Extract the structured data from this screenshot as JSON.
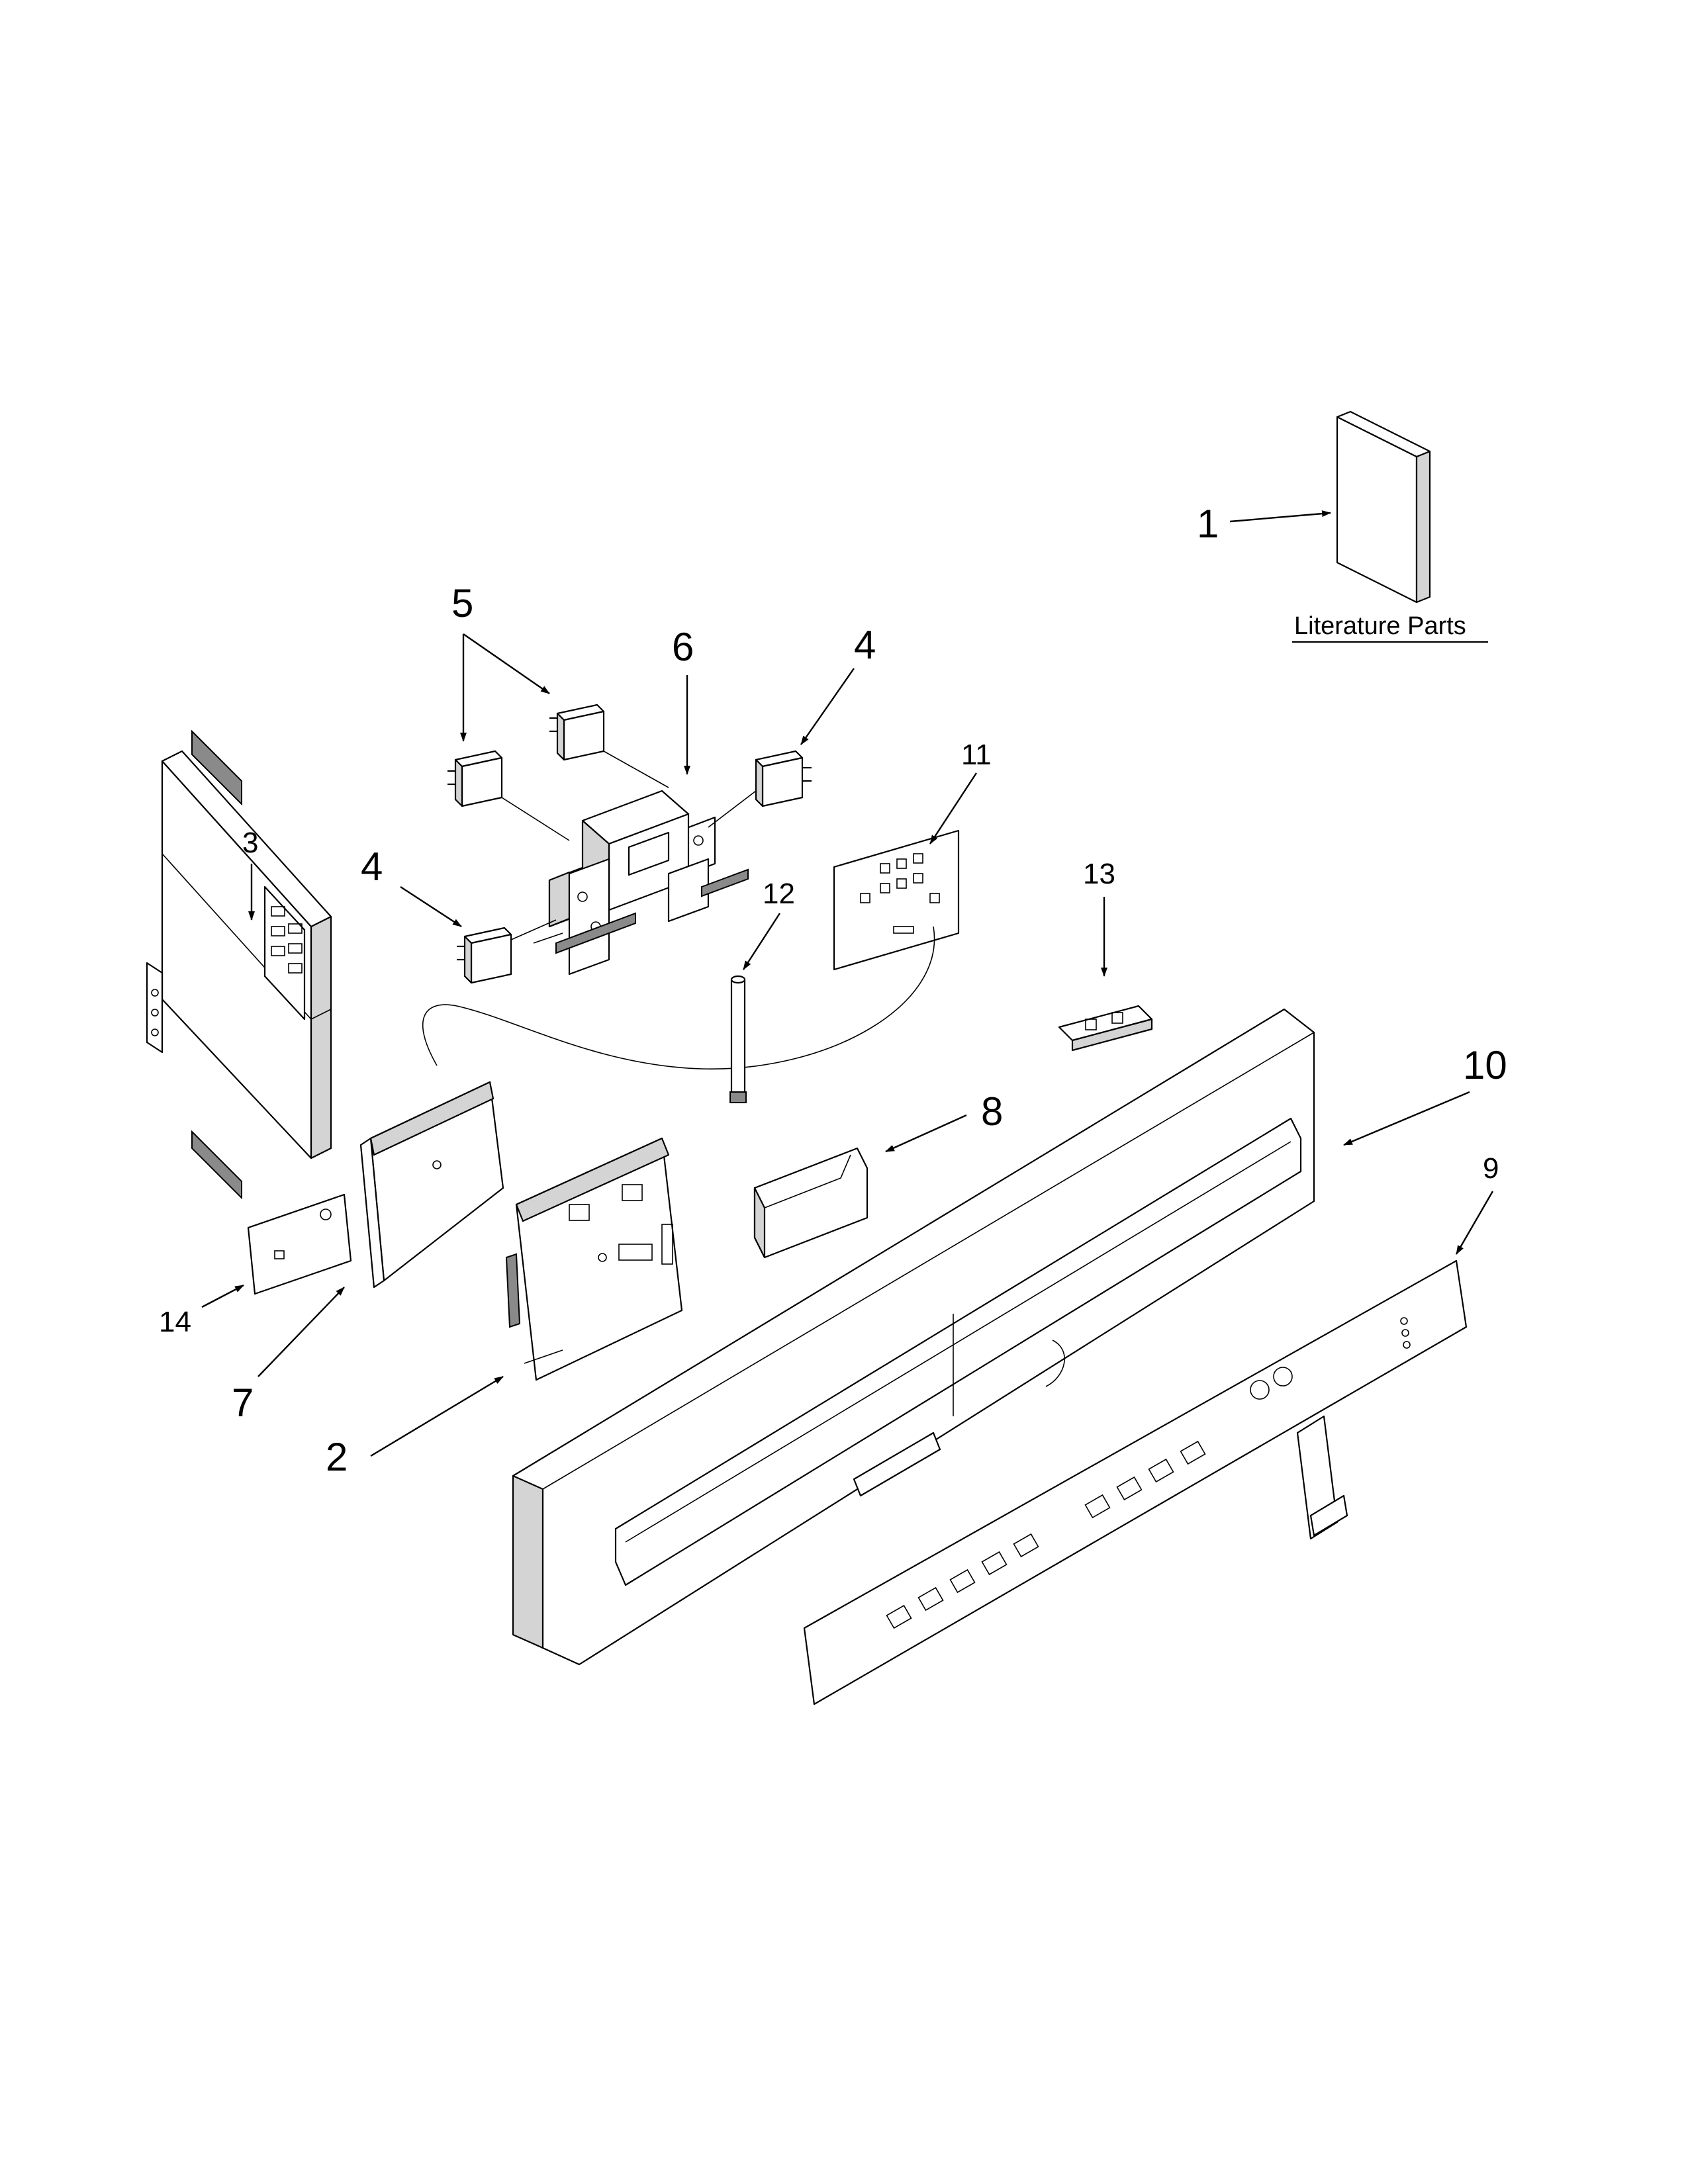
{
  "literature_label": "Literature Parts",
  "callouts": [
    "1",
    "2",
    "3",
    "4",
    "4",
    "5",
    "6",
    "7",
    "8",
    "9",
    "10",
    "11",
    "12",
    "13",
    "14"
  ],
  "colors": {
    "line": "#000000",
    "background": "#ffffff",
    "shade": "#d4d4d4"
  }
}
